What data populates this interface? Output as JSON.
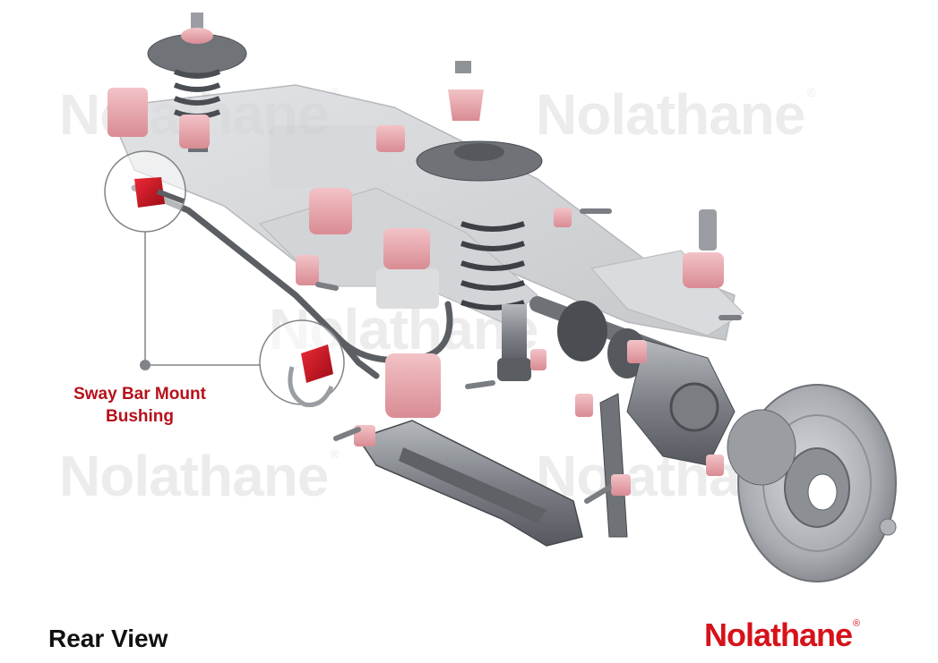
{
  "watermark": {
    "text": "Nolathane",
    "mark": "®"
  },
  "callout": {
    "line1": "Sway Bar Mount",
    "line2": "Bushing",
    "accent": "#b5121b"
  },
  "footer": {
    "view": "Rear View",
    "brand": "Nolathane",
    "brand_mark": "®",
    "brand_color": "#d6121a"
  },
  "colors": {
    "bushing_pink": "#e8a3aa",
    "bushing_red": "#c8101e",
    "metal": "#8a8d92",
    "ghost": "#cfd1d4"
  }
}
